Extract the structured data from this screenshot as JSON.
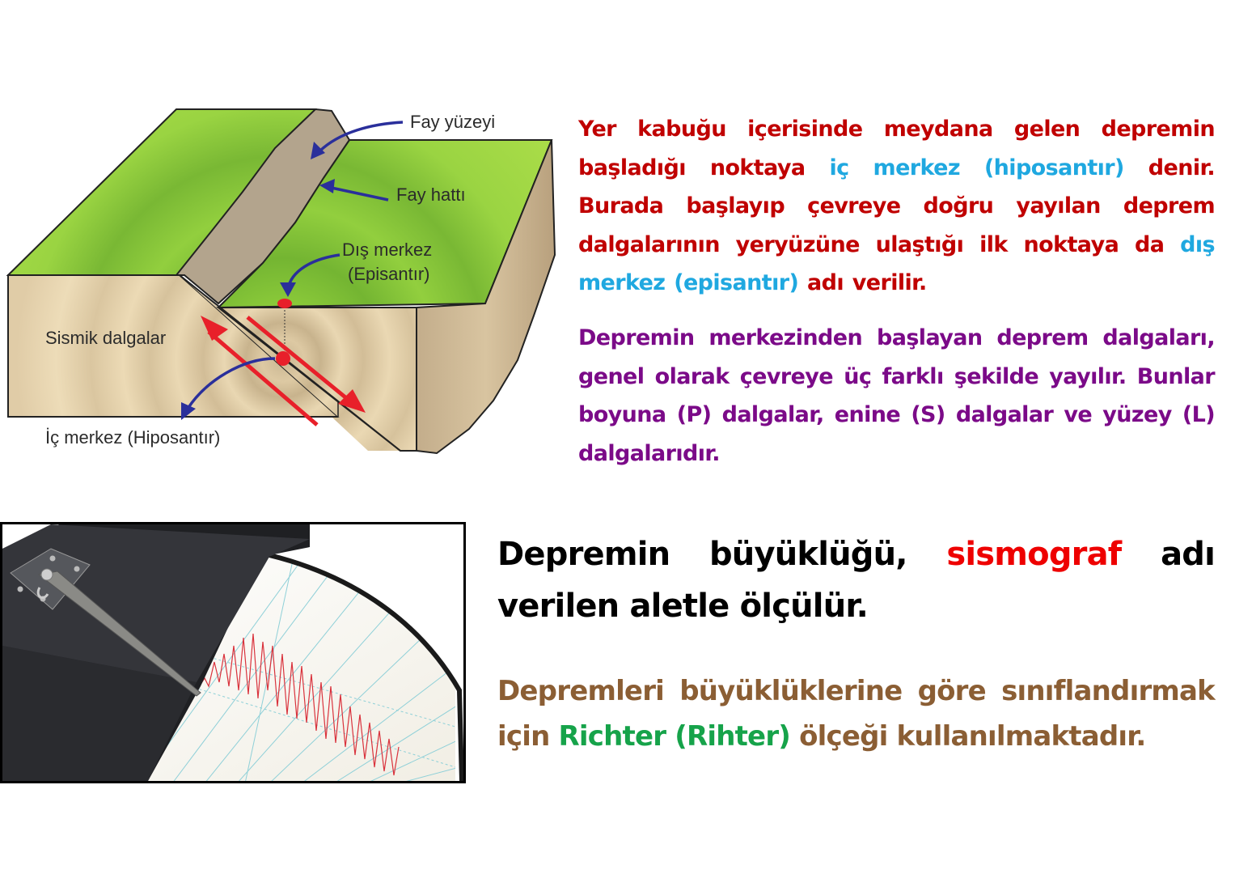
{
  "diagram": {
    "labels": {
      "fault_surface": "Fay yüzeyi",
      "fault_line": "Fay hattı",
      "epicenter_line1": "Dış merkez",
      "epicenter_line2": "(Episantır)",
      "seismic_waves": "Sismik dalgalar",
      "hypocenter": "İç merkez (Hiposantır)"
    },
    "colors": {
      "grass": "#8cc63f",
      "earth": "#e8d5b0",
      "fault": "#b5a48c",
      "arrow_blue": "#2a2f9b",
      "arrow_red": "#e8202a"
    }
  },
  "paragraph1": {
    "part1": "Yer kabuğu içerisinde meydana gelen depremin başladığı noktaya ",
    "highlight1": "iç merkez (hiposantır)",
    "part2": " denir. Burada başlayıp çevreye doğru yayılan deprem dalgalarının yeryüzüne ulaştığı ilk noktaya da ",
    "highlight2": "dış merkez (episantır)",
    "part3": " adı verilir."
  },
  "paragraph2": {
    "text": "Depremin merkezinden başlayan deprem dalgaları, genel olarak çevreye üç farklı şekilde yayılır. Bunlar boyuna (P) dalgalar, enine (S) dalgalar ve yüzey (L) dalgalarıdır."
  },
  "paragraph3": {
    "part1": "Depremin büyüklüğü, ",
    "highlight": "sismograf",
    "part2": " adı verilen aletle ölçülür."
  },
  "paragraph4": {
    "part1": "Depremleri büyüklüklerine göre sınıflandırmak için ",
    "highlight": "Richter (Rihter)",
    "part2": " ölçeği kullanılmaktadır."
  },
  "colors": {
    "paragraph1": "#c00000",
    "highlight_cyan": "#1fa8e0",
    "paragraph2": "#7b0a88",
    "paragraph3": "#000000",
    "sismograf_red": "#ee0000",
    "paragraph4": "#8b5e34",
    "richter_green": "#16a34a"
  }
}
